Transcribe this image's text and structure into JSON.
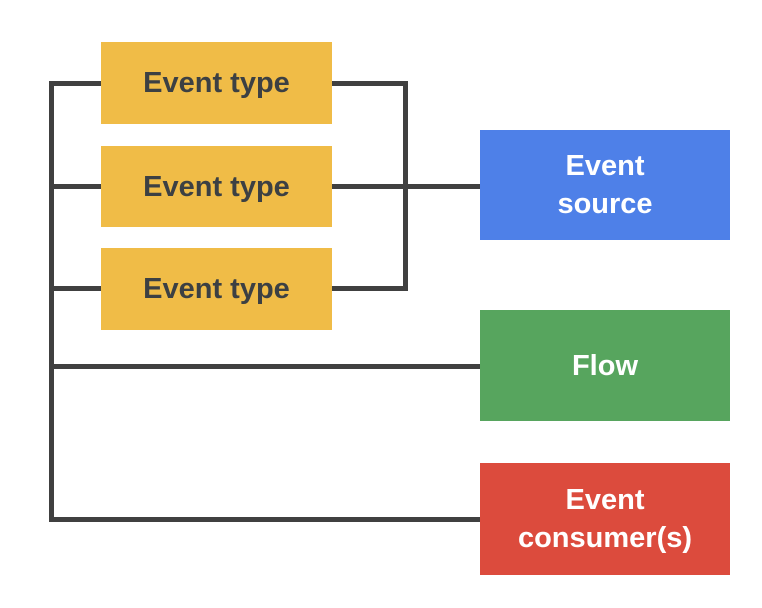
{
  "colors": {
    "background": "#ffffff",
    "connector": "#404040",
    "event_type_fill": "#f0bc47",
    "event_type_text": "#3c4043",
    "event_source_fill": "#4e80e8",
    "flow_fill": "#57a55e",
    "event_consumers_fill": "#dc4b3d",
    "right_box_text": "#ffffff"
  },
  "nodes": {
    "event_types": [
      {
        "label": "Event type"
      },
      {
        "label": "Event type"
      },
      {
        "label": "Event type"
      }
    ],
    "event_source": {
      "lines": [
        "Event",
        "source"
      ]
    },
    "flow": {
      "lines": [
        "Flow"
      ]
    },
    "event_consumers": {
      "lines": [
        "Event",
        "consumer(s)"
      ]
    }
  }
}
